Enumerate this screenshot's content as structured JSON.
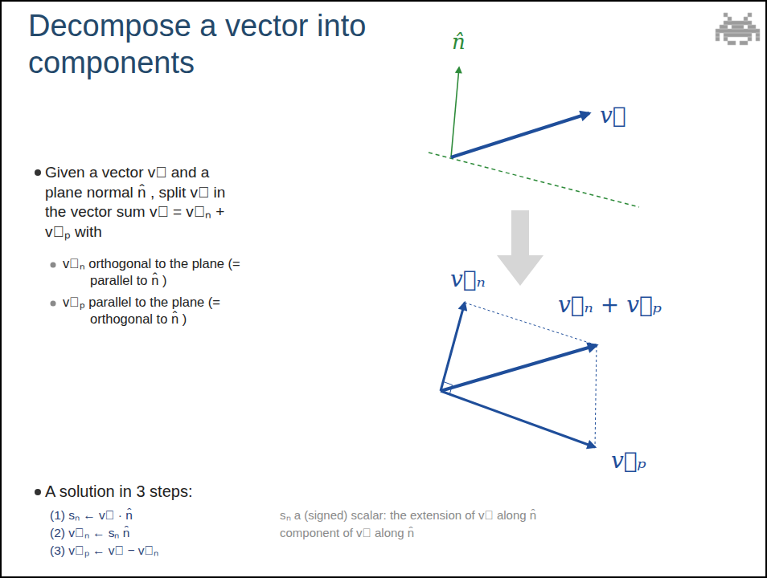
{
  "diagram": {
    "title": "Decompose a vector into components",
    "labels": [
      "Given a vector v⃗ and a plane normal n̂ , split v⃗ in the vector sum v⃗ = v⃗ₙ + v⃗ₚ with",
      "v⃗ₙ orthogonal to the plane (= parallel to n̂ )",
      "v⃗ₚ parallel to the plane (= orthogonal to n̂ )",
      "n̂",
      "v⃗",
      "v⃗ₙ",
      "v⃗ₙ + v⃗ₚ",
      "v⃗ₚ",
      "A solution in 3 steps:",
      "(1) sₙ ← v⃗ · n̂",
      "(2) v⃗ₙ ← sₙ n̂",
      "(3) v⃗ₚ ← v⃗ − v⃗ₙ",
      "sₙ a (signed) scalar: the extension of v⃗ along n̂",
      "component of v⃗ along n̂"
    ]
  }
}
